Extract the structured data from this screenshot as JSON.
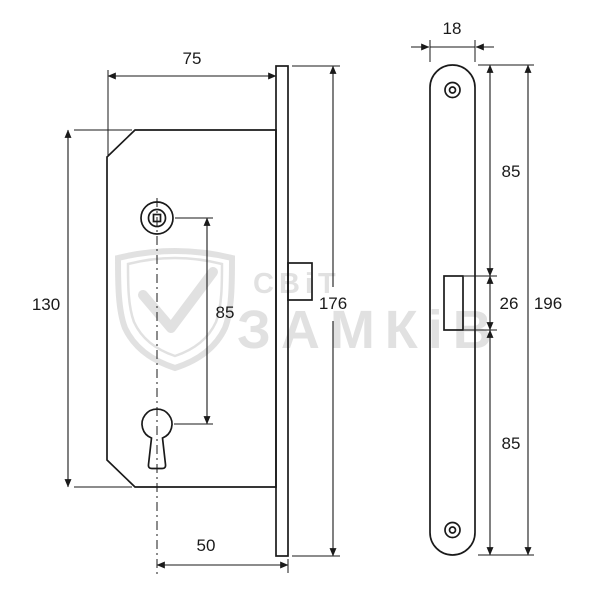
{
  "watermark": {
    "line1": "СВіТ",
    "line2": "ЗАМКіВ"
  },
  "lock_body": {
    "width": "75",
    "height": "130",
    "centers": "85",
    "faceplate": "176",
    "backset": "50"
  },
  "plate": {
    "width": "18",
    "upper": "85",
    "cutout": "26",
    "lower": "85",
    "total": "196"
  },
  "colors": {
    "line": "#1a1a1a",
    "watermark": "#c4c4c4",
    "background": "#ffffff"
  }
}
